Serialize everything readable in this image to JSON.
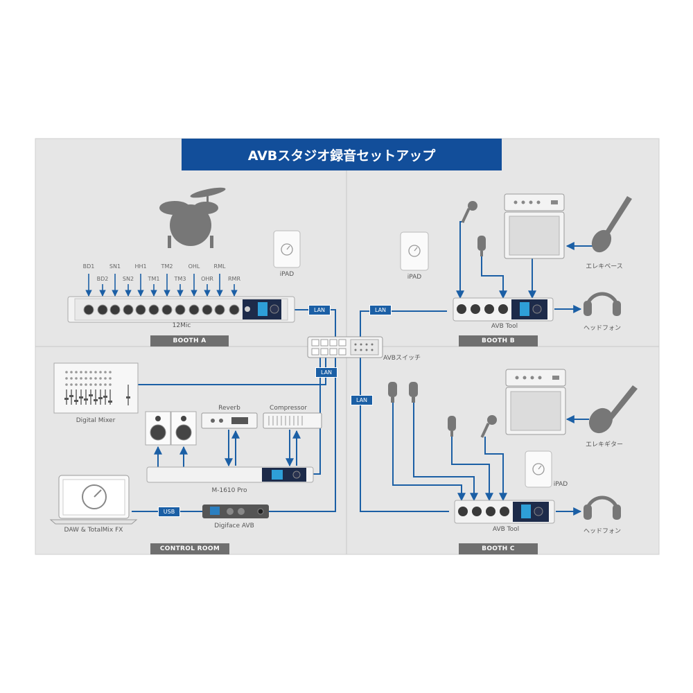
{
  "title": "AVBスタジオ録音セットアップ",
  "rooms": {
    "booth_a": "BOOTH A",
    "booth_b": "BOOTH B",
    "booth_c": "BOOTH C",
    "control_room": "CONTROL ROOM"
  },
  "devices": {
    "mic12": "12Mic",
    "avb_switch": "AVBスイッチ",
    "avb_tool_b": "AVB Tool",
    "avb_tool_c": "AVB Tool",
    "digital_mixer": "Digital Mixer",
    "reverb": "Reverb",
    "compressor": "Compressor",
    "m1610": "M-1610 Pro",
    "digiface": "Digiface AVB",
    "daw": "DAW & TotalMix FX",
    "ipad_a": "iPAD",
    "ipad_b": "iPAD",
    "ipad_c": "iPAD",
    "headphone_b": "ヘッドフォン",
    "headphone_c": "ヘッドフォン",
    "bass": "エレキベース",
    "guitar": "エレキギター"
  },
  "channels_top": [
    "BD1",
    "SN1",
    "HH1",
    "TM2",
    "OHL",
    "RML"
  ],
  "channels_bottom": [
    "BD2",
    "SN2",
    "TM1",
    "TM3",
    "OHR",
    "RMR"
  ],
  "tags": {
    "lan_a": "LAN",
    "lan_b": "LAN",
    "lan_cr": "LAN",
    "lan_c": "LAN",
    "usb": "USB"
  },
  "colors": {
    "title_bg": "#124e9a",
    "connector": "#1b5fa5",
    "panel": "#e6e6e6",
    "room_tab": "#6f6f6f"
  }
}
